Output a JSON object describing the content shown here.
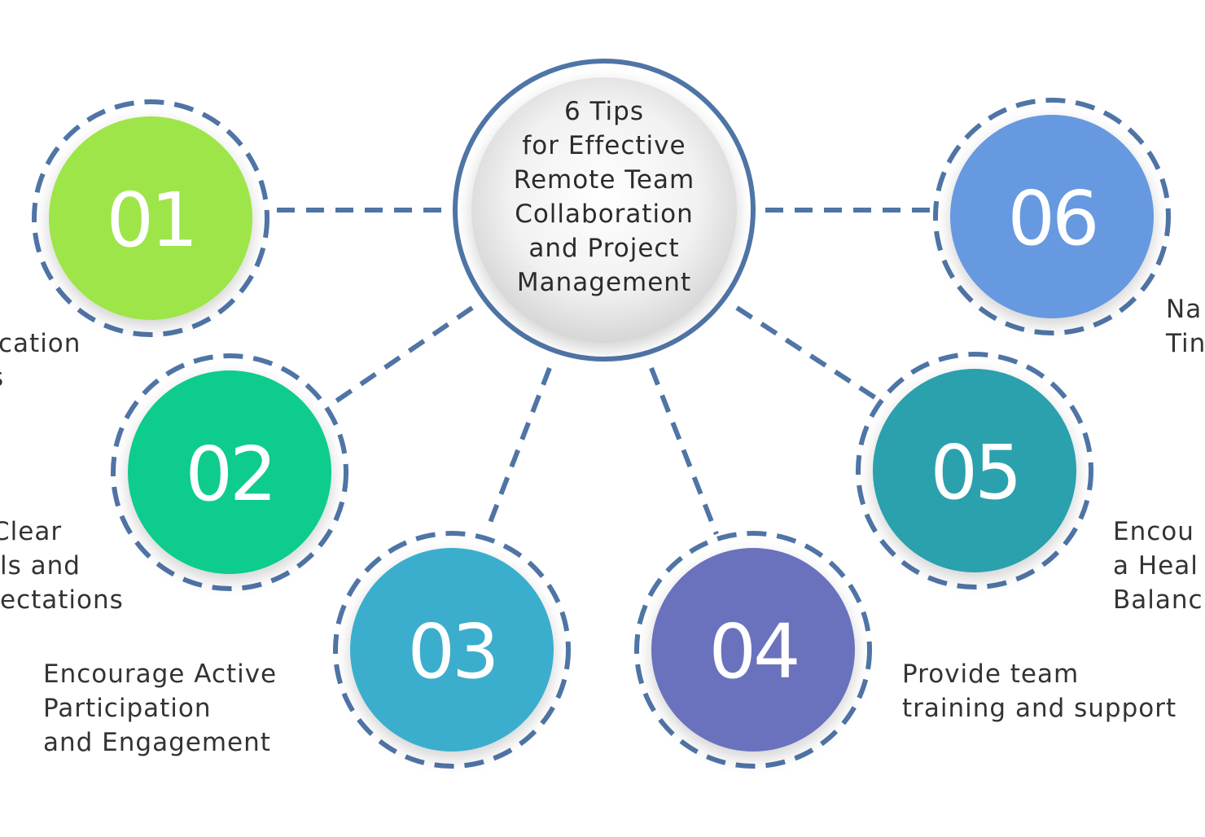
{
  "center": {
    "title_lines": [
      "6 Tips",
      "for Effective",
      "Remote Team",
      "Collaboration",
      "and Project",
      "Management"
    ]
  },
  "tips": [
    {
      "number": "01",
      "color": "#9ee54a",
      "label_lines": [
        "cation",
        "s"
      ]
    },
    {
      "number": "02",
      "color": "#0fcc8e",
      "label_lines": [
        " Clear",
        "ls and",
        "ectations"
      ]
    },
    {
      "number": "03",
      "color": "#3aaecd",
      "label_lines": [
        "Encourage Active",
        "Participation",
        "and Engagement"
      ]
    },
    {
      "number": "04",
      "color": "#6a72bd",
      "label_lines": [
        "Provide team",
        "training and support"
      ]
    },
    {
      "number": "05",
      "color": "#2aa1ad",
      "label_lines": [
        "Encou",
        "a Heal",
        "Balanc"
      ]
    },
    {
      "number": "06",
      "color": "#6699e0",
      "label_lines": [
        "Na",
        "Tin"
      ]
    }
  ],
  "colors": {
    "connector": "#4f74a6",
    "center_ring": "#4f74a6",
    "text": "#333333"
  }
}
